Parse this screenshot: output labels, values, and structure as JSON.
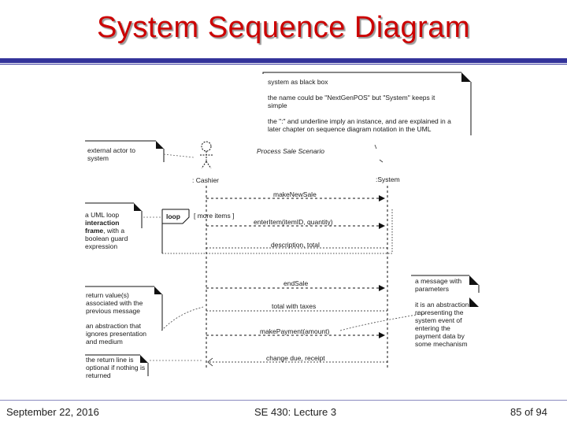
{
  "slide": {
    "title": "System Sequence Diagram"
  },
  "diagram": {
    "scenario_title": "Process Sale Scenario",
    "actor_label": ": Cashier",
    "system_label": ":System",
    "loop_keyword": "loop",
    "loop_guard": "[ more items ]",
    "messages": {
      "make_new_sale": "makeNewSale",
      "enter_item": "enterItem(itemID, quantity)",
      "description_total": "description, total",
      "end_sale": "endSale",
      "total_with_taxes": "total with taxes",
      "make_payment": "makePayment(amount)",
      "change_due_receipt": "change due, receipt"
    },
    "notes": {
      "system_black_box": "system as black box\n\nthe name could be \"NextGenPOS\" but \"System\" keeps it\nsimple\n\nthe \":\" and underline imply an instance, and are explained in a\nlater chapter on sequence diagram notation in the UML",
      "external_actor": "external actor to\nsystem",
      "interaction_frame_prefix": "a UML loop\n",
      "interaction_frame_bold": "interaction\nframe",
      "interaction_frame_suffix": ", with a\nboolean guard\nexpression",
      "return_values": "return value(s)\nassociated with the\nprevious message",
      "abstraction": "an abstraction that\nignores presentation\nand medium",
      "return_line_optional": "the return line is\noptional if nothing is\nreturned",
      "message_with_parameters": "a message with\nparameters",
      "abstraction_event": "it is an abstraction\nrepresenting the\nsystem event of\nentering the\npayment data by\nsome mechanism"
    }
  },
  "footer": {
    "date": "September 22, 2016",
    "course": "SE 430: Lecture 3",
    "page": "85 of 94"
  }
}
